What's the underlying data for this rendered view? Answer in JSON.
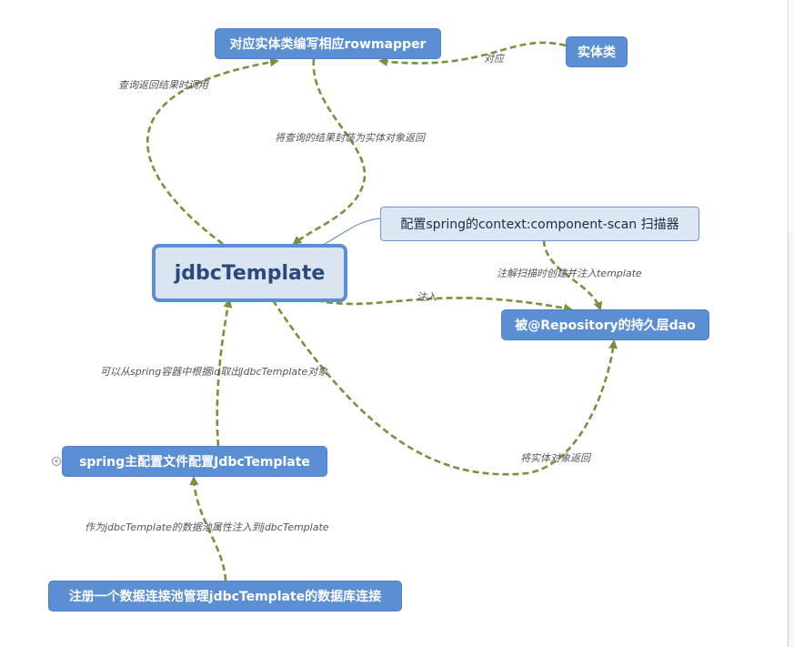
{
  "nodes": {
    "rowmapper": "对应实体类编写相应rowmapper",
    "entity": "实体类",
    "scan_config": "配置spring的context:component-scan 扫描器",
    "jdbc_template": "jdbcTemplate",
    "dao": "被@Repository的持久层dao",
    "spring_config": "spring主配置文件配置JdbcTemplate",
    "datasource": "注册一个数据连接池管理jdbcTemplate的数据库连接"
  },
  "edge_labels": {
    "query_callback": "查询返回结果时调用",
    "entity_correspond": "对应",
    "wrap_result": "将查询的结果封装为实体对象返回",
    "scan_inject": "注解扫描时创建并注入template",
    "inject": "注入",
    "get_by_id": "可以从spring容器中根据id取出JdbcTemplate对象",
    "return_entity": "将实体对象返回",
    "datasource_inject": "作为jdbcTemplate的数据池属性注入到jdbcTemplate"
  },
  "colors": {
    "node_blue": "#5b8fd3",
    "central_border": "#5b8fd3",
    "edge_green": "#76923c"
  },
  "icons": {
    "expand_toggle": "plus-circle-icon",
    "arrow": "arrowhead"
  }
}
